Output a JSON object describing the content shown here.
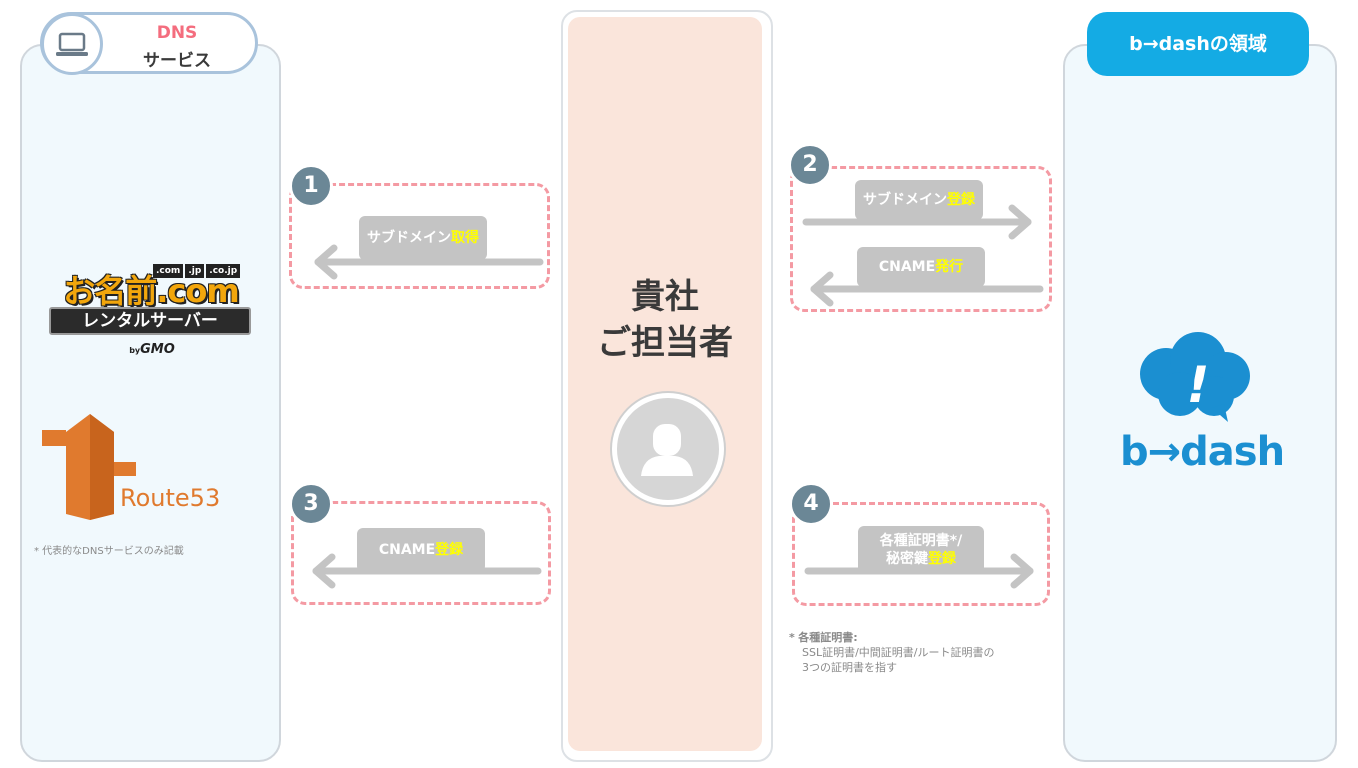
{
  "dns_header": {
    "title_line1": "DNS",
    "title_line2": "サービス"
  },
  "bdash_header": {
    "title": "b→dashの領域"
  },
  "center": {
    "title_line1": "貴社",
    "title_line2": "ご担当者"
  },
  "logos": {
    "onamae": {
      "main": "お名前.com",
      "tlds": [
        ".com",
        ".jp",
        ".co.jp"
      ],
      "banner": "レンタルサーバー",
      "by": "by",
      "gmo": "GMO"
    },
    "route53": {
      "name": "Route53"
    },
    "bdash": {
      "name": "b→dash",
      "mark": "!"
    }
  },
  "dns_note": "* 代表的なDNSサービスのみ記載",
  "steps": [
    {
      "number": "1",
      "label_main": "サブドメイン",
      "label_highlight": "取得"
    },
    {
      "number": "2",
      "upper_main": "サブドメイン",
      "upper_highlight": "登録",
      "lower_main": "CNAME",
      "lower_highlight": "発行"
    },
    {
      "number": "3",
      "label_main": "CNAME",
      "label_highlight": "登録"
    },
    {
      "number": "4",
      "line1": "各種証明書*/",
      "line2_main": "秘密鍵",
      "line2_highlight": "登録"
    }
  ],
  "cert_note": {
    "asterisk": "*",
    "title": "各種証明書:",
    "line1": "SSL証明書/中間証明書/ルート証明書の",
    "line2": "3つの証明書を指す"
  },
  "colors": {
    "accent_blue": "#14abe4",
    "dashed_border": "#f49aa3",
    "step_badge": "#6b8796",
    "arrow_gray": "#c4c4c4",
    "highlight": "#ffff00",
    "center_fill": "#fae5db",
    "panel_fill": "#f1f9fd"
  }
}
